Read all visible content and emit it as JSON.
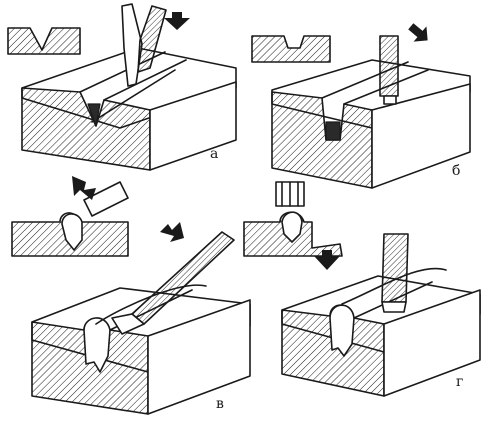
{
  "panels": [
    {
      "id": "a",
      "label": "а"
    },
    {
      "id": "b",
      "label": "б"
    },
    {
      "id": "v",
      "label": "в"
    },
    {
      "id": "g",
      "label": "г"
    }
  ],
  "colors": {
    "ink": "#1a1a1a",
    "paper": "#ffffff"
  }
}
